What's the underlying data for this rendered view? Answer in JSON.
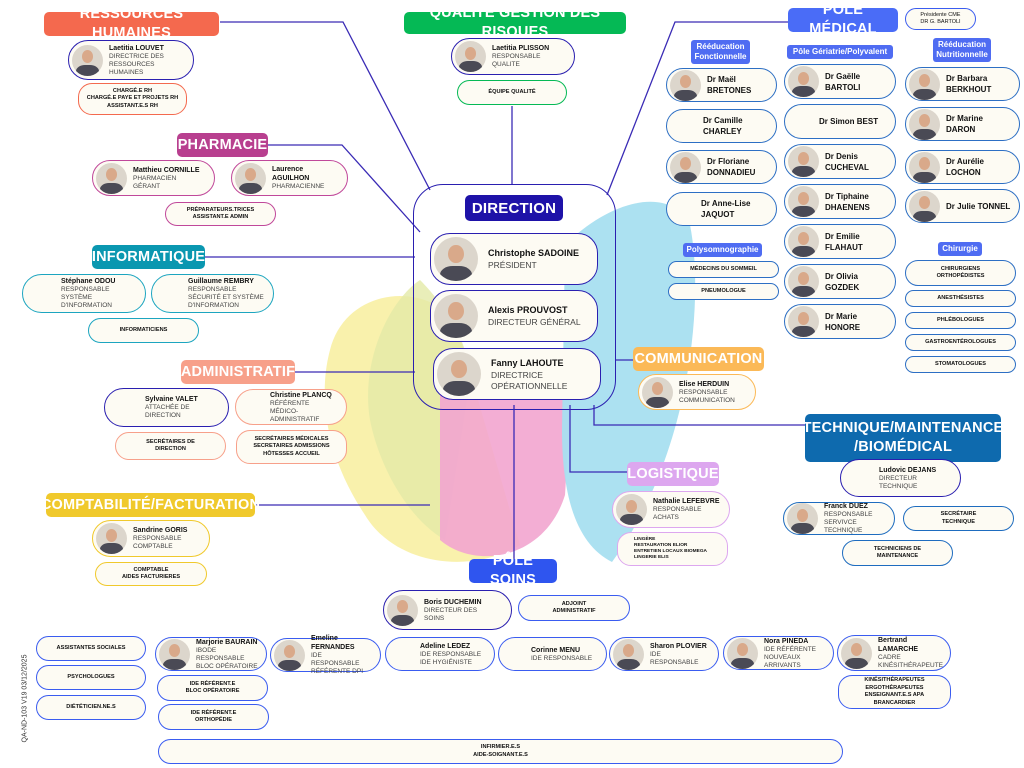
{
  "footer_code": "QA-ND-103 V19 03/12/2025",
  "rh": {
    "title": "RESSOURCES HUMAINES",
    "people": [
      {
        "name": "Laetitia LOUVET",
        "role": "DIRECTRICE DES\nRESSOURCES\nHUMAINES"
      }
    ],
    "teams": [
      "CHARGÉ.E RH\nCHARGÉ.E PAYE ET PROJETS RH\nASSISTANT.E.S RH"
    ]
  },
  "qualite": {
    "title": "QUALITÉ GESTION DES RISQUES",
    "people": [
      {
        "name": "Laetitia PLISSON",
        "role": "RESPONSABLE\nQUALITE"
      }
    ],
    "teams": [
      "ÉQUIPE QUALITÉ"
    ]
  },
  "pharmacie": {
    "title": "PHARMACIE",
    "people": [
      {
        "name": "Matthieu CORNILLE",
        "role": "PHARMACIEN\nGÉRANT"
      },
      {
        "name": "Laurence AGUILHON",
        "role": "PHARMACIENNE"
      }
    ],
    "teams": [
      "PRÉPARATEURS.TRICES\nASSISTANT.E ADMIN"
    ]
  },
  "informatique": {
    "title": "INFORMATIQUE",
    "people": [
      {
        "name": "Stéphane ODOU",
        "role": "RESPONSABLE\nSYSTÈME\nD'INFORMATION"
      },
      {
        "name": "Guillaume REMBRY",
        "role": "RESPONSABLE\nSÉCURITÉ ET SYSTÈME\nD'INFORMATION"
      }
    ],
    "teams": [
      "INFORMATICIENS"
    ]
  },
  "administratif": {
    "title": "ADMINISTRATIF",
    "people": [
      {
        "name": "Sylvaine VALET",
        "role": "ATTACHÉE DE\nDIRECTION"
      },
      {
        "name": "Christine PLANCQ",
        "role": "RÉFÉRENTE MÉDICO-\nADMINISTRATIF"
      }
    ],
    "teams": [
      "SECRÉTAIRES DE\nDIRECTION",
      "SECRÉTAIRES MÉDICALES\nSECRETAIRES ADMISSIONS\nHÔTESSES ACCUEIL"
    ]
  },
  "comptabilite": {
    "title": "COMPTABILITÉ/FACTURATION",
    "people": [
      {
        "name": "Sandrine GORIS",
        "role": "RESPONSABLE\nCOMPTABLE"
      }
    ],
    "teams": [
      "COMPTABLE\nAIDES FACTURIERES"
    ]
  },
  "direction": {
    "title": "DIRECTION",
    "people": [
      {
        "name": "Christophe SADOINE",
        "role": "PRÉSIDENT"
      },
      {
        "name": "Alexis PROUVOST",
        "role": "DIRECTEUR GÉNÉRAL"
      },
      {
        "name": "Fanny LAHOUTE",
        "role": "DIRECTRICE\nOPÉRATIONNELLE"
      }
    ]
  },
  "medical": {
    "title": "PÔLE MÉDICAL",
    "cme": "Présidente CME\nDR G. BARTOLI",
    "groups": [
      {
        "title": "Rééducation\nFonctionnelle",
        "doctors": [
          "Dr Maël\nBRETONES",
          "Dr Camille\nCHARLEY",
          "Dr Floriane\nDONNADIEU",
          "Dr Anne-Lise\nJAQUOT"
        ]
      },
      {
        "title": "Pôle Gériatrie/Polyvalent",
        "doctors": [
          "Dr Gaëlle BARTOLI",
          "Dr Simon BEST",
          "Dr Denis\nCUCHEVAL",
          "Dr Tiphaine\nDHAENENS",
          "Dr Emilie\nFLAHAUT",
          "Dr Olivia GOZDEK",
          "Dr Marie HONORE"
        ]
      },
      {
        "title": "Rééducation\nNutritionnelle",
        "doctors": [
          "Dr Barbara\nBERKHOUT",
          "Dr Marine DARON",
          "Dr Aurélie\nLOCHON",
          "Dr Julie TONNEL"
        ]
      }
    ],
    "polysomnographie": {
      "title": "Polysomnographie",
      "teams": [
        "MÉDECINS DU SOMMEIL",
        "PNEUMOLOGUE"
      ]
    },
    "chirurgie": {
      "title": "Chirurgie",
      "teams": [
        "CHIRURGIENS\nORTHOPÉDISTES",
        "ANESTHÉSISTES",
        "PHLÉBOLOGUES",
        "GASTROENTÉROLOGUES",
        "STOMATOLOGUES"
      ]
    }
  },
  "communication": {
    "title": "COMMUNICATION",
    "people": [
      {
        "name": "Elise HERDUIN",
        "role": "RESPONSABLE\nCOMMUNICATION"
      }
    ]
  },
  "technique": {
    "title": "TECHNIQUE/MAINTENANCE\n/BIOMÉDICAL",
    "people": [
      {
        "name": "Ludovic DEJANS",
        "role": "DIRECTEUR\nTECHNIQUE"
      },
      {
        "name": "Franck DUEZ",
        "role": "RESPONSABLE\nSERVIVCE TECHNIQUE"
      }
    ],
    "teams": [
      "SECRÉTAIRE\nTECHNIQUE",
      "TECHNICIENS DE\nMAINTENANCE"
    ]
  },
  "logistique": {
    "title": "LOGISTIQUE",
    "people": [
      {
        "name": "Nathalie LEFEBVRE",
        "role": "RESPONSABLE\nACHATS"
      }
    ],
    "teams": [
      "LINGÈRE\nRESTAURATION ELIOR\nENTRETIEN LOCAUX BIOMEGA\nLINGERIE ELIS"
    ]
  },
  "soins": {
    "title": "PÔLE SOINS",
    "people": [
      {
        "name": "Boris DUCHEMIN",
        "role": "DIRECTEUR DES\nSOINS"
      },
      {
        "name": "Marjorie BAURAIN",
        "role": "IBODE RESPONSABLE\nBLOC OPÉRATOIRE"
      },
      {
        "name": "Emeline FERNANDES",
        "role": "IDE RESPONSABLE\nRÉFÉRENTE DPI"
      },
      {
        "name": "Adeline LEDEZ",
        "role": "IDE RESPONSABLE\nIDE HYGIÉNISTE"
      },
      {
        "name": "Corinne MENU",
        "role": "IDE RESPONSABLE"
      },
      {
        "name": "Sharon PLOVIER",
        "role": "IDE RESPONSABLE"
      },
      {
        "name": "Nora PINEDA",
        "role": "IDE RÉFÉRENTE\nNOUVEAUX ARRIVANTS"
      },
      {
        "name": "Bertrand LAMARCHE",
        "role": "CADRE\nKINÉSITHÉRAPEUTE"
      }
    ],
    "teams": [
      "ADJOINT\nADMINISTRATIF",
      "ASSISTANTES SOCIALES",
      "PSYCHOLOGUES",
      "DIÉTÉTICIEN.NE.S",
      "IDE RÉFÉRENT.E\nBLOC OPÉRATOIRE",
      "IDE RÉFÉRENT.E\nORTHOPÉDIE",
      "KINÉSITHÉRAPEUTES\nERGOTHÉRAPEUTES\nENSEIGNANT.E.S APA\nBRANCARDIER",
      "INFIRMIER.E.S\nAIDE-SOIGNANT.E.S"
    ]
  }
}
